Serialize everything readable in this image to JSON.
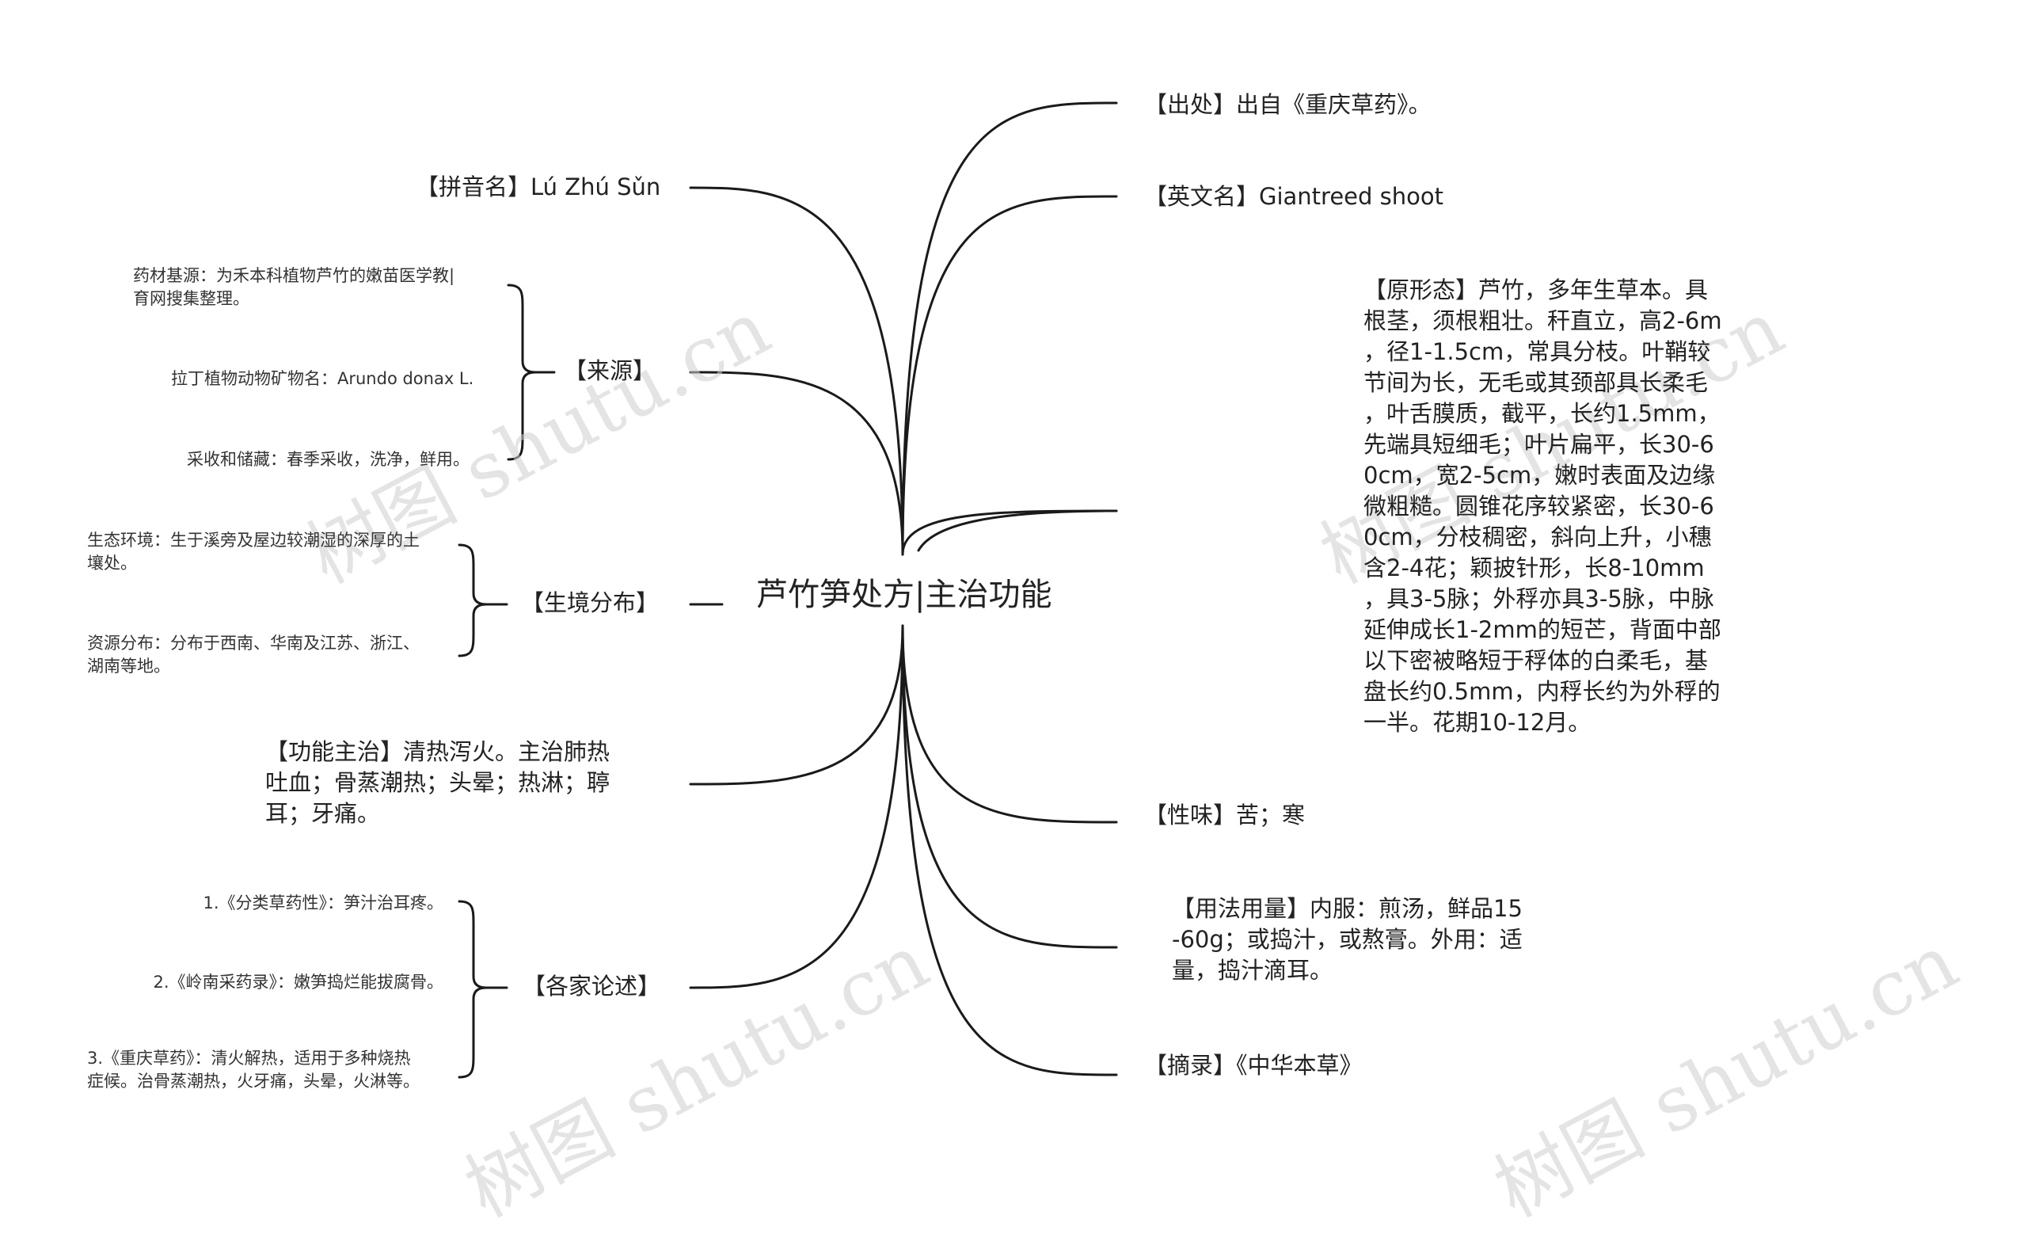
{
  "center": {
    "title": "芦竹笋处方|主治功能"
  },
  "left": {
    "pinyin": "【拼音名】Lú Zhú Sǔn",
    "source": {
      "label": "【来源】",
      "items": [
        "药材基源：为禾本科植物芦竹的嫩苗医学教|\n育网搜集整理。",
        "拉丁植物动物矿物名：Arundo donax L.",
        "采收和储藏：春季采收，洗净，鲜用。"
      ]
    },
    "habitat": {
      "label": "【生境分布】",
      "items": [
        "生态环境：生于溪旁及屋边较潮湿的深厚的土\n壤处。",
        "资源分布：分布于西南、华南及江苏、浙江、\n湖南等地。"
      ]
    },
    "function": "【功能主治】清热泻火。主治肺热\n吐血；骨蒸潮热；头晕；热淋；聤\n耳；牙痛。",
    "discussion": {
      "label": "【各家论述】",
      "items": [
        "1.《分类草药性》：笋汁治耳疼。",
        "2.《岭南采药录》：嫩笋捣烂能拔腐骨。",
        "3.《重庆草药》：清火解热，适用于多种烧热\n症候。治骨蒸潮热，火牙痛，头晕，火淋等。"
      ]
    }
  },
  "right": {
    "origin": "【出处】出自《重庆草药》。",
    "english": "【英文名】Giantreed shoot",
    "morphology": "【原形态】芦竹，多年生草本。具\n根茎，须根粗壮。秆直立，高2-6m\n，径1-1.5cm，常具分枝。叶鞘较\n节间为长，无毛或其颈部具长柔毛\n，叶舌膜质，截平，长约1.5mm，\n先端具短细毛；叶片扁平，长30-6\n0cm，宽2-5cm，嫩时表面及边缘\n微粗糙。圆锥花序较紧密，长30-6\n0cm，分枝稠密，斜向上升，小穗\n含2-4花；颖披针形，长8-10mm\n，具3-5脉；外稃亦具3-5脉，中脉\n延伸成长1-2mm的短芒，背面中部\n以下密被略短于稃体的白柔毛，基\n盘长约0.5mm，内稃长约为外稃的\n一半。花期10-12月。",
    "taste": "【性味】苦；寒",
    "usage": "【用法用量】内服：煎汤，鲜品15\n-60g；或捣汁，或熬膏。外用：适\n量，捣汁滴耳。",
    "excerpt": "【摘录】《中华本草》"
  },
  "watermark": "树图 shutu.cn",
  "colors": {
    "line": "#1a1a1a",
    "text": "#222222",
    "watermark": "#cfcfcf"
  }
}
